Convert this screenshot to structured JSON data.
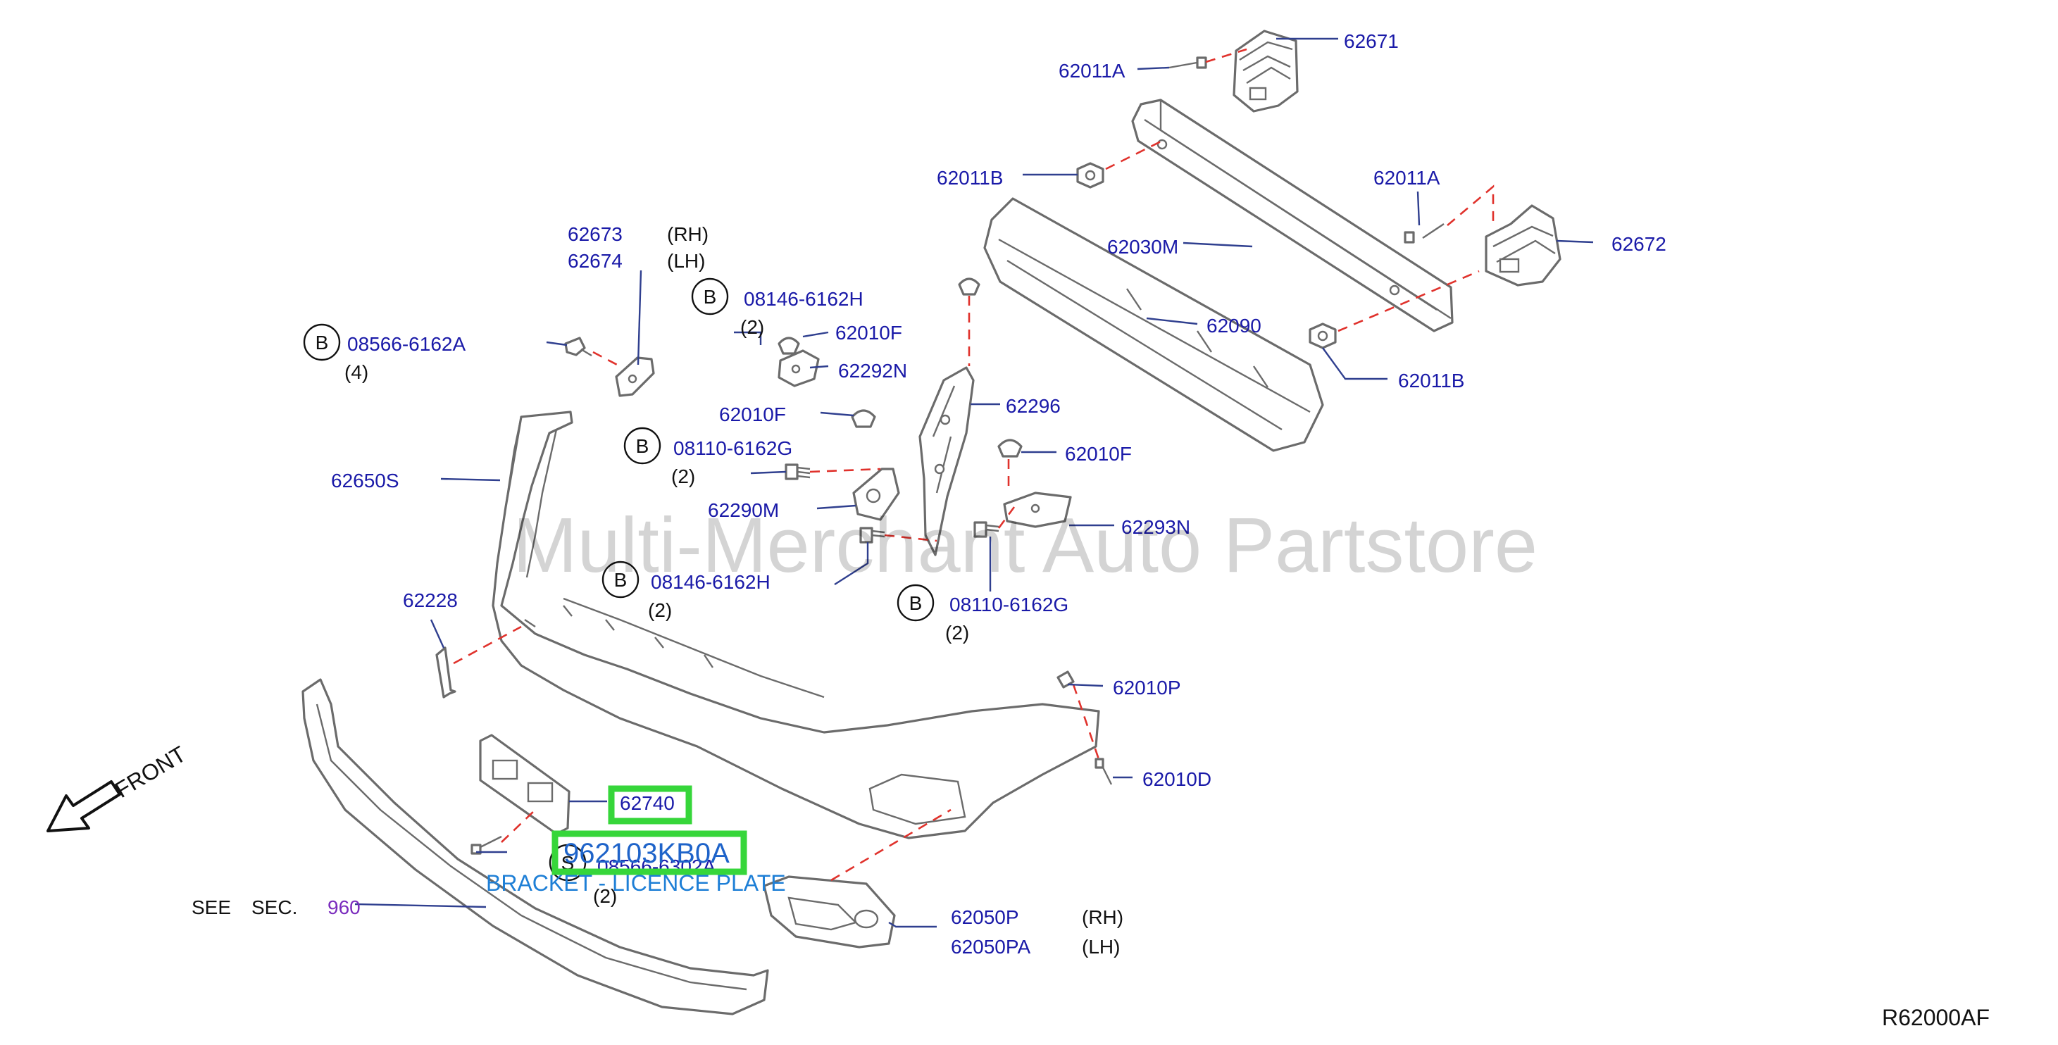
{
  "diagram": {
    "labels": {
      "p62671": "62671",
      "p62011A_top": "62011A",
      "p62011B_top": "62011B",
      "p62011A_right": "62011A",
      "p62672": "62672",
      "p62030M": "62030M",
      "p62090": "62090",
      "p62011B_bottom": "62011B",
      "p62673": "62673",
      "p62674": "62674",
      "p08146_top": "08146-6162H",
      "p62010F_a": "62010F",
      "p62292N": "62292N",
      "p08566_6162A": "08566-6162A",
      "p62010F_b": "62010F",
      "p62296": "62296",
      "p08110_a": "08110-6162G",
      "p62010F_c": "62010F",
      "p62650S": "62650S",
      "p62290M": "62290M",
      "p62293N": "62293N",
      "p08146_mid": "08146-6162H",
      "p08110_b": "08110-6162G",
      "p62228": "62228",
      "p62010P": "62010P",
      "p62010D": "62010D",
      "p62740": "62740",
      "p08566_6302A": "08566-6302A",
      "p62050P": "62050P",
      "p62050PA": "62050PA"
    },
    "qualifiers": {
      "rh_62673": "(RH)",
      "lh_62674": "(LH)",
      "rh_62050P": "(RH)",
      "lh_62050PA": "(LH)"
    },
    "quantities": {
      "q08146_top": "(2)",
      "q08566_6162A": "(4)",
      "q08110_a": "(2)",
      "q08146_mid": "(2)",
      "q08110_b": "(2)",
      "q08566_6302A": "(2)"
    },
    "callouts": {
      "b_08146_top": "B",
      "b_08566_6162A": "B",
      "b_08110_a": "B",
      "b_08146_mid": "B",
      "b_08110_b": "B",
      "s_08566_6302A": "S"
    },
    "see_section": {
      "see": "SEE",
      "sec": "SEC.",
      "number": "960"
    },
    "highlight": {
      "part_number": "962103KB0A",
      "description": "BRACKET - LICENCE PLATE"
    },
    "watermark": "Multi-Merchant Auto Partstore",
    "front_label": "FRONT",
    "reference": "R62000AF"
  }
}
